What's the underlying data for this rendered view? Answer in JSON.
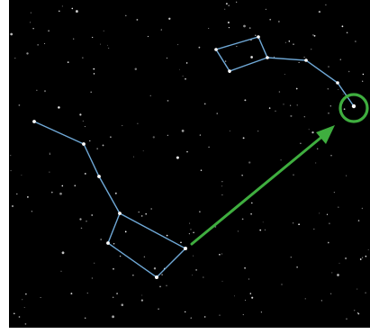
{
  "scene": {
    "sky_color": "#000000",
    "frame_color": "#ffffff",
    "star_color": "#ffffff",
    "constellation_line_color": "#6fa8d6",
    "constellation_star_color": "#ffffff",
    "arrow_color": "#3fae3f",
    "highlight_ring_color": "#3fae3f",
    "constellations": [
      {
        "name": "big-dipper"
      },
      {
        "name": "little-dipper"
      }
    ],
    "pointer_arrow": {
      "direction": "up-right"
    },
    "highlighted_star": {
      "name": "polaris"
    }
  }
}
